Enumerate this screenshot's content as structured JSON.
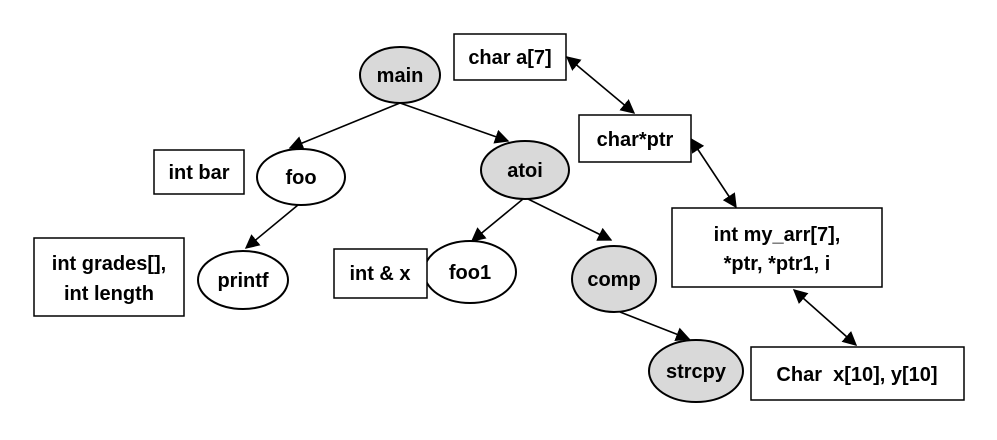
{
  "call_nodes": {
    "main": "main",
    "foo": "foo",
    "atoi": "atoi",
    "printf": "printf",
    "foo1": "foo1",
    "comp": "comp",
    "strcpy": "strcpy"
  },
  "var_boxes": {
    "char_a": "char a[7]",
    "char_ptr": "char*ptr",
    "int_bar": "int bar",
    "int_my_arr_line1": "int my_arr[7],",
    "int_my_arr_line2": "*ptr, *ptr1, i",
    "int_grades_line1": "int grades[],",
    "int_grades_line2": "int length",
    "int_ref_x": "int & x",
    "char_x_y": "Char  x[10], y[10]"
  },
  "colors": {
    "highlighted_node_fill": "#d9d9d9",
    "plain_node_fill": "#ffffff",
    "stroke": "#000000"
  }
}
